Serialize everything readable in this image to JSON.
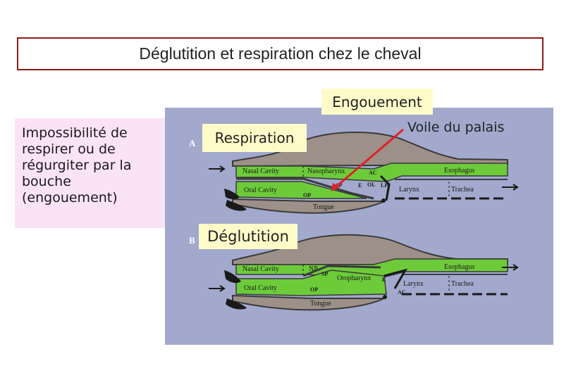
{
  "title": "Déglutition et respiration chez le cheval",
  "left_note": "Impossibilité de\nrespirer ou de\nrégurgiter  par la\nbouche\n(engouement)",
  "labels": {
    "engouement": "Engouement",
    "respiration": "Respiration",
    "deglutition": "Déglutition",
    "voile_du_palais": "Voile du palais"
  },
  "diagram": {
    "panel_a": {
      "letter": "A",
      "nasal_cavity": "Nasal Cavity",
      "nasopharynx": "Nasopharynx",
      "oral_cavity": "Oral Cavity",
      "op": "OP",
      "tongue": "Tongue",
      "esophagus": "Esophagus",
      "larynx": "Larynx",
      "trachea": "Trachea",
      "sp": "SP",
      "e": "E",
      "ac": "AC",
      "ol": "OL",
      "lp": "LP"
    },
    "panel_b": {
      "letter": "B",
      "nasal_cavity": "Nasal Cavity",
      "np": "NP",
      "oral_cavity": "Oral Cavity",
      "op": "OP",
      "oropharynx": "Oropharynx",
      "sp": "SP",
      "e": "E",
      "tongue": "Tongue",
      "esophagus": "Esophagus",
      "larynx": "Larynx",
      "ac": "AC",
      "trachea": "Trachea"
    }
  },
  "colors": {
    "title_border": "#8b1a1a",
    "panel_bg": "#a2a9cd",
    "tissue": "#9c9088",
    "cavity_green": "#6dcb3a",
    "pointer_red": "#e0202a",
    "note_bg": "#fbe3f7",
    "label_bg": "#fffbc9"
  }
}
